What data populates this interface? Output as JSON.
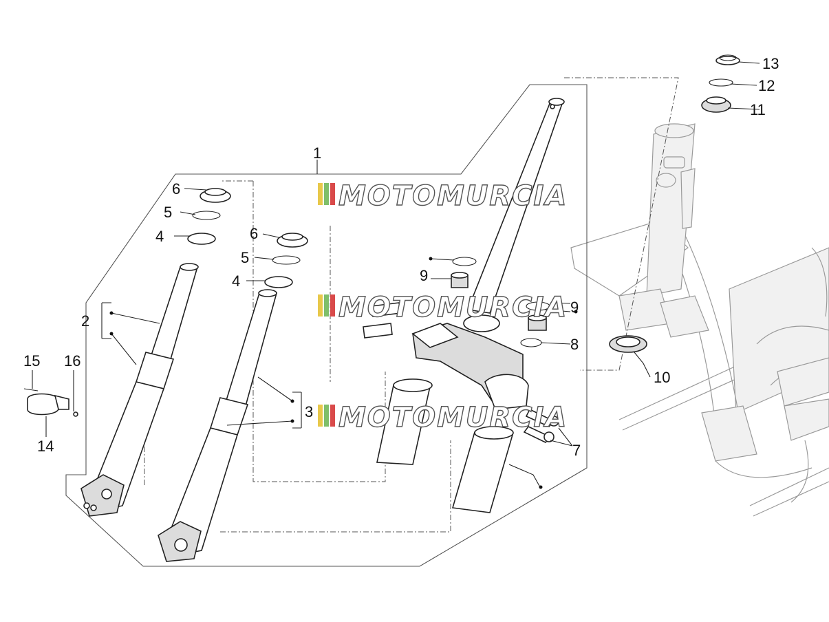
{
  "labels": {
    "n1": "1",
    "n2": "2",
    "n3": "3",
    "n4a": "4",
    "n4b": "4",
    "n5a": "5",
    "n5b": "5",
    "n6a": "6",
    "n6b": "6",
    "n7": "7",
    "n8": "8",
    "n9a": "9",
    "n9b": "9",
    "n10": "10",
    "n11": "11",
    "n12": "12",
    "n13": "13",
    "n14": "14",
    "n15": "15",
    "n16": "16"
  },
  "watermark": {
    "text": "MOTOMURCIA",
    "stripe_colors": [
      "#e8c84a",
      "#7fbf6a",
      "#d94a4a"
    ]
  }
}
